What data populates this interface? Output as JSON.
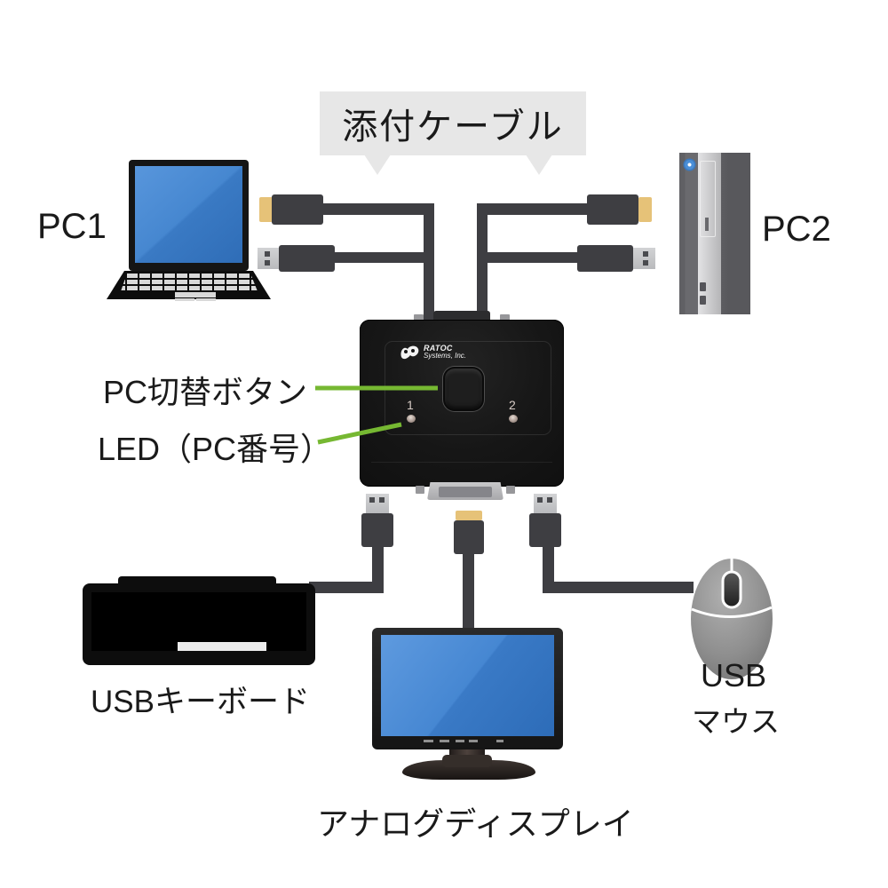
{
  "callout": {
    "attached_cable": "添付ケーブル"
  },
  "computers": {
    "pc1_label": "PC1",
    "pc2_label": "PC2"
  },
  "kvm_switch": {
    "brand_line1": "RATOC",
    "brand_line2": "Systems, Inc.",
    "led1_label": "1",
    "led2_label": "2"
  },
  "annotations": {
    "switch_button_label": "PC切替ボタン",
    "led_label": "LED（PC番号）"
  },
  "peripherals": {
    "keyboard_label": "USBキーボード",
    "display_label": "アナログディスプレイ",
    "mouse_label_line1": "USB",
    "mouse_label_line2": "マウス"
  },
  "icons": [
    "laptop-icon",
    "tower-pc-icon",
    "kvm-switch-icon",
    "keyboard-icon",
    "monitor-icon",
    "mouse-icon",
    "usb-connector-icon",
    "vga-connector-icon",
    "speech-bubble",
    "callout-line"
  ],
  "colors": {
    "callout_green": "#76b832",
    "bubble_gray": "#e7e7e7",
    "cable_dark": "#3e3e42",
    "vga_beige": "#e6c278",
    "usb_metal": "#c9cacc",
    "screen_blue": "#3d7fc9",
    "switch_black": "#161616",
    "text": "#1a1a1a"
  }
}
